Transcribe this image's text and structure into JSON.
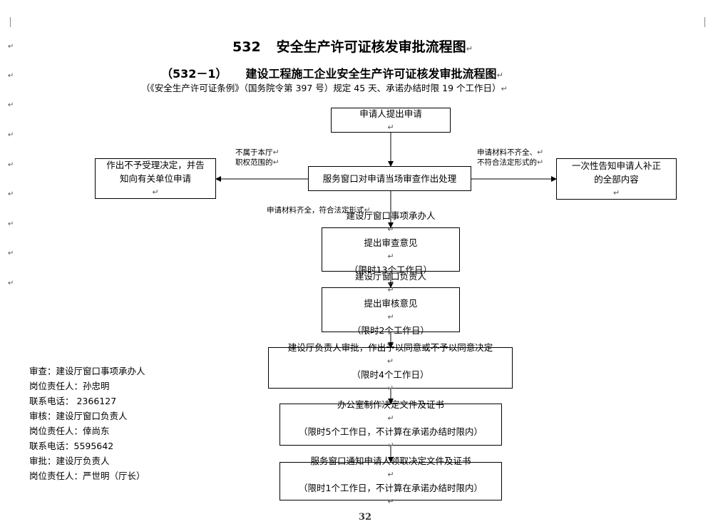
{
  "title": {
    "number": "532",
    "text": "安全生产许可证核发审批流程图"
  },
  "subtitle": {
    "number": "（532－1）",
    "text": "建设工程施工企业安全生产许可证核发审批流程图"
  },
  "basis": "（《安全生产许可证条例》（国务院令第 397 号）规定 45 天、承诺办结时限 19 个工作日）",
  "paragraph_mark": "↵",
  "flow": {
    "apply": "申请人提出申请",
    "review_on_site": "服务窗口对申请当场审查作出处理",
    "reject": {
      "line1": "作出不予受理决定，并告",
      "line2": "知向有关单位申请"
    },
    "supplement": {
      "line1": "一次性告知申请人补正",
      "line2": "的全部内容"
    },
    "handler_review": {
      "line1": "建设厅窗口事项承办人",
      "line2": "提出审查意见",
      "line3": "（限时13个工作日）"
    },
    "manager_review": {
      "line1": "建设厅窗口负责人",
      "line2": "提出审核意见",
      "line3": "（限时2个工作日）"
    },
    "approval": {
      "line1": "建设厅负责人审批，作出予以同意或不予以同意决定",
      "line2": "（限时4个工作日）"
    },
    "office_docs": {
      "line1": "办公室制作决定文件及证书",
      "line2": "（限时5个工作日，不计算在承诺办结时限内）"
    },
    "notify": {
      "line1": "服务窗口通知申请人领取决定文件及证书",
      "line2": "（限时1个工作日，不计算在承诺办结时限内）"
    }
  },
  "edge_labels": {
    "not_jurisdiction_line1": "不属于本厅",
    "not_jurisdiction_line2": "职权范围的",
    "incomplete_line1": "申请材料不齐全、",
    "incomplete_line2": "不符合法定形式的",
    "complete": "申请材料齐全，符合法定形式"
  },
  "contacts": [
    "审查：建设厅窗口事项承办人",
    "岗位责任人：孙忠明",
    "联系电话：  2366127",
    "审核：建设厅窗口负责人",
    "岗位责任人：倖尚东",
    "联系电话：5595642",
    "审批：建设厅负责人",
    "岗位责任人：严世明（厅长）"
  ],
  "page_number": "32"
}
